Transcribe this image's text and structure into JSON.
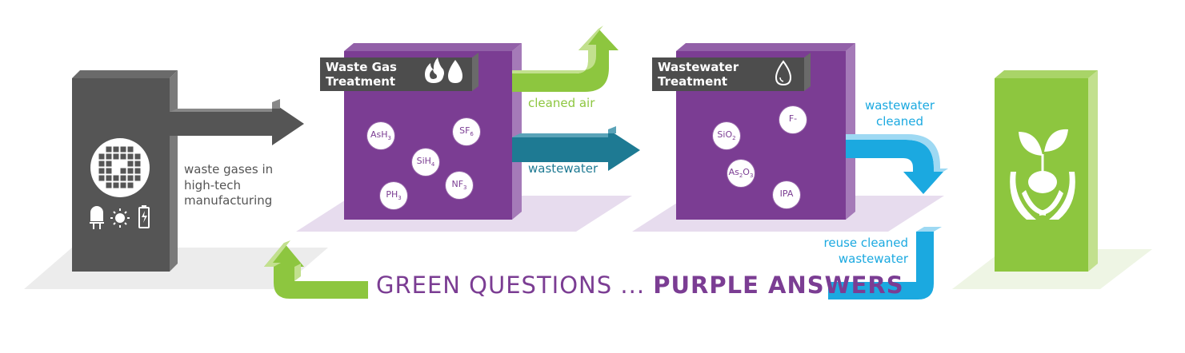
{
  "colors": {
    "gray_dark": "#555555",
    "gray_side": "#7a7a7a",
    "purple": "#7b3d93",
    "purple_side": "#a57ab8",
    "purple_shadow": "#e7dcee",
    "green": "#8dc63f",
    "green_light": "#c2e08e",
    "teal": "#1e7a93",
    "blue": "#1ba9e0",
    "blue_light": "#9ed9f3",
    "title_box": "#4d4d4d"
  },
  "source_block": {
    "icons": [
      "wafer-icon",
      "led-icon",
      "sun-icon",
      "battery-icon"
    ]
  },
  "labels": {
    "waste_gases": "waste gases in high-tech manufacturing",
    "cleaned_air": "cleaned air",
    "wastewater": "wastewater",
    "wastewater_cleaned": "wastewater cleaned",
    "reuse_cleaned": "reuse cleaned wastewater"
  },
  "gas_box": {
    "title_line1": "Waste Gas",
    "title_line2": "Treatment",
    "icons": [
      "flame-icon",
      "drop-icon"
    ],
    "chemicals": [
      {
        "base": "AsH",
        "sub": "3"
      },
      {
        "base": "SF",
        "sub": "6"
      },
      {
        "base": "SiH",
        "sub": "4"
      },
      {
        "base": "NF",
        "sub": "3"
      },
      {
        "base": "PH",
        "sub": "3"
      }
    ]
  },
  "water_box": {
    "title_line1": "Wastewater",
    "title_line2": "Treatment",
    "icons": [
      "drop-icon"
    ],
    "chemicals": [
      {
        "base": "SiO",
        "sub": "2"
      },
      {
        "base": "F-",
        "sub": ""
      },
      {
        "base": "As",
        "sub": "2",
        "base2": "O",
        "sub2": "3"
      },
      {
        "base": "IPA",
        "sub": ""
      }
    ]
  },
  "tagline": {
    "light": "GREEN QUESTIONS ... ",
    "bold": "PURPLE ANSWERS"
  },
  "nature_block": {
    "icons": [
      "plant-in-hands-icon"
    ]
  }
}
